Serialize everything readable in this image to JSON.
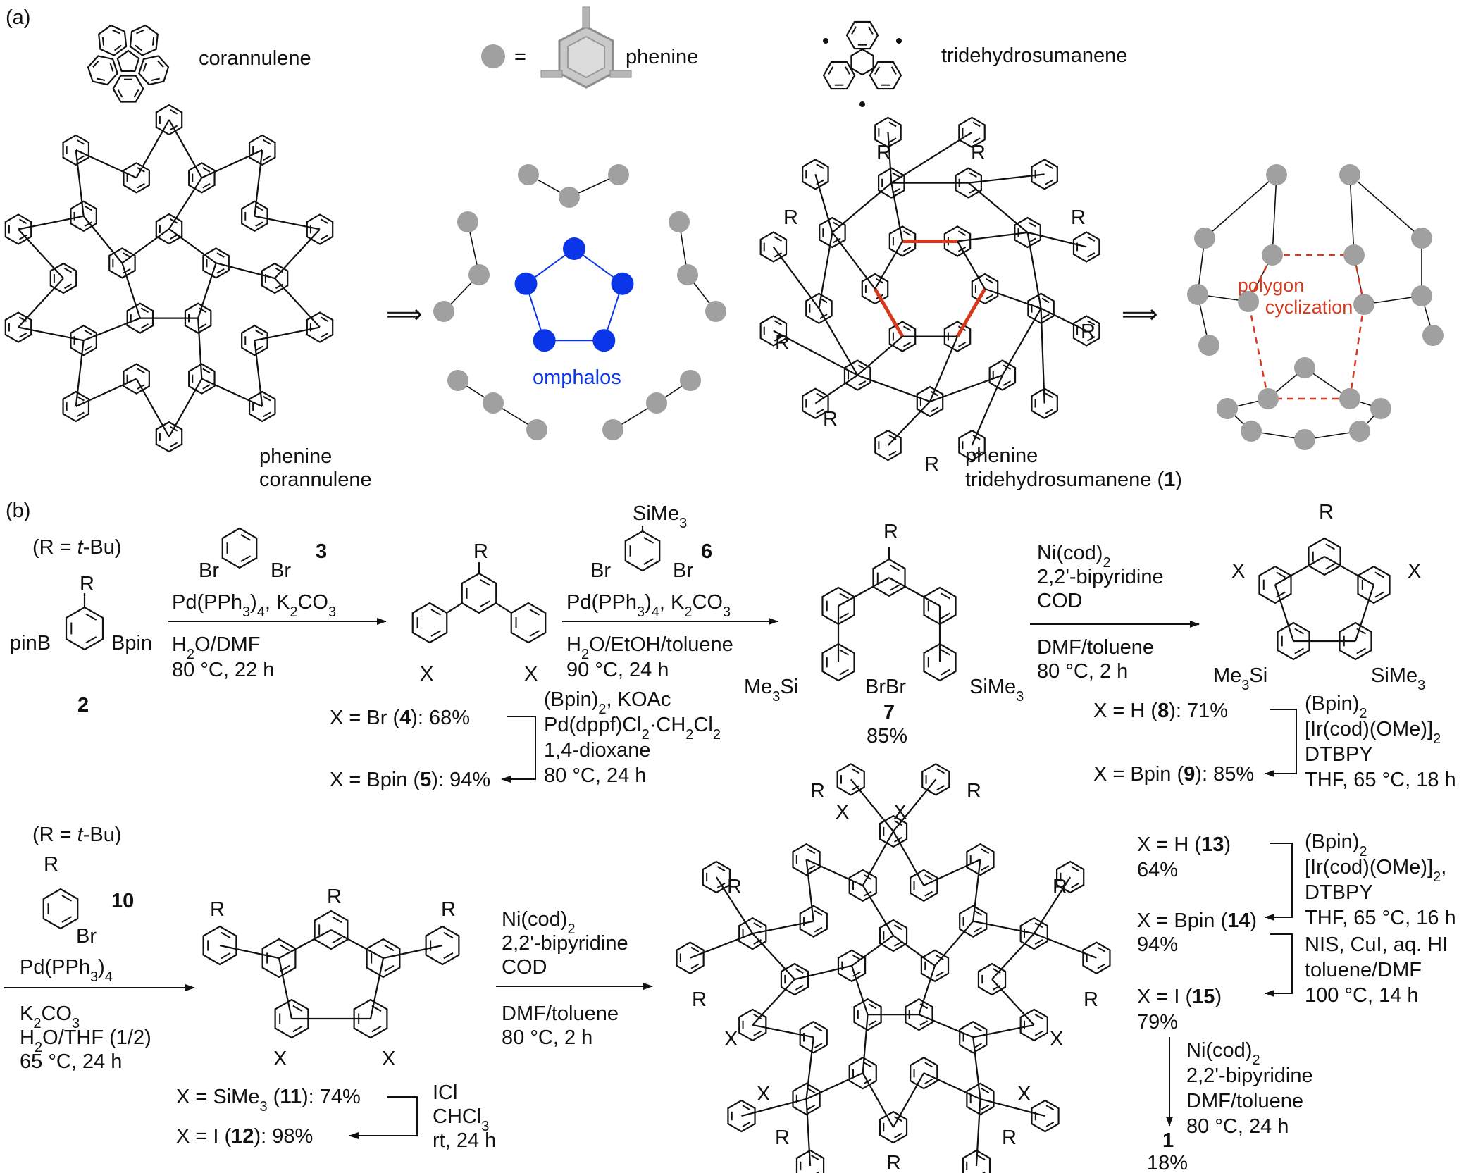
{
  "panels": {
    "a": "(a)",
    "b": "(b)"
  },
  "colors": {
    "ink": "#111111",
    "node_gray": "#a0a0a0",
    "omphalos_blue": "#0a35e8",
    "highlight_red": "#d63a1e"
  },
  "legend": {
    "corannulene": "corannulene",
    "equals": "=",
    "phenine": "phenine",
    "tridehydrosumanene": "tridehydrosumanene"
  },
  "structures_a": {
    "phenine_corannulene_line1": "phenine",
    "phenine_corannulene_line2": "corannulene",
    "omphalos": "omphalos",
    "phenine_tds_line1": "phenine",
    "phenine_tds_line2": "tridehydrosumanene (",
    "phenine_tds_num": "1",
    "phenine_tds_close": ")",
    "polygon_line1": "polygon",
    "polygon_line2": "cyclization",
    "retro": "⟹",
    "R": "R"
  },
  "scheme_b": {
    "r_def": "(R = t-Bu)",
    "reagent2": "2",
    "pinB": "pinB",
    "Bpin": "Bpin",
    "reagent3_num": "3",
    "Br": "Br",
    "X": "X",
    "step1_top": "Pd(PPh3)4, K2CO3",
    "step1_solvent": "H2O/DMF",
    "step1_cond": "80 °C, 22 h",
    "reagent6_num": "6",
    "SiMe3": "SiMe3",
    "step2_top": "Pd(PPh3)4, K2CO3",
    "step2_solvent": "H2O/EtOH/toluene",
    "step2_cond": "90 °C, 24 h",
    "step3_r1": "Ni(cod)2",
    "step3_r2": "2,2'-bipyridine",
    "step3_r3": "COD",
    "step3_solvent": "DMF/toluene",
    "step3_cond": "80 °C, 2 h",
    "cmpd4": "X = Br (4): 68%",
    "cmpd5": "X = Bpin (5): 94%",
    "step4_r1": "(Bpin)2, KOAc",
    "step4_r2": "Pd(dppf)Cl2·CH2Cl2",
    "step4_r3": "1,4-dioxane",
    "step4_r4": "80 °C, 24 h",
    "cmpd7_num": "7",
    "cmpd7_yield": "85%",
    "Me3Si": "Me3Si",
    "BrBr": "BrBr",
    "cmpd8": "X = H (8): 71%",
    "cmpd9": "X = Bpin (9): 85%",
    "step5_r1": "(Bpin)2",
    "step5_r2": "[Ir(cod)(OMe)]2",
    "step5_r3": "DTBPY",
    "step5_r4": "THF, 65 °C, 18 h",
    "reagent10_num": "10",
    "step6_top": "Pd(PPh3)4",
    "step6_r1": "K2CO3",
    "step6_r2": "H2O/THF (1/2)",
    "step6_r3": "65 °C, 24 h",
    "cmpd11": "X = SiMe3 (11): 74%",
    "cmpd12": "X = I (12): 98%",
    "step7_r1": "ICl",
    "step7_r2": "CHCl3",
    "step7_r3": "rt, 24 h",
    "step8_r1": "Ni(cod)2",
    "step8_r2": "2,2'-bipyridine",
    "step8_r3": "COD",
    "step8_solvent": "DMF/toluene",
    "step8_cond": "80 °C, 2 h",
    "cmpd13a": "X = H (13)",
    "cmpd13b": "64%",
    "cmpd14a": "X = Bpin (14)",
    "cmpd14b": "94%",
    "cmpd15a": "X = I (15)",
    "cmpd15b": "79%",
    "step9_r1": "(Bpin)2",
    "step9_r2": "[Ir(cod)(OMe)]2,",
    "step9_r3": "DTBPY",
    "step9_r4": "THF, 65 °C, 16 h",
    "step10_r1": "NIS, CuI, aq. HI",
    "step10_r2": "toluene/DMF",
    "step10_r3": "100 °C, 14 h",
    "step11_r1": "Ni(cod)2",
    "step11_r2": "2,2'-bipyridine",
    "step11_r3": "DMF/toluene",
    "step11_r4": "80 °C, 24 h",
    "final_num": "1",
    "final_yield": "18%"
  }
}
